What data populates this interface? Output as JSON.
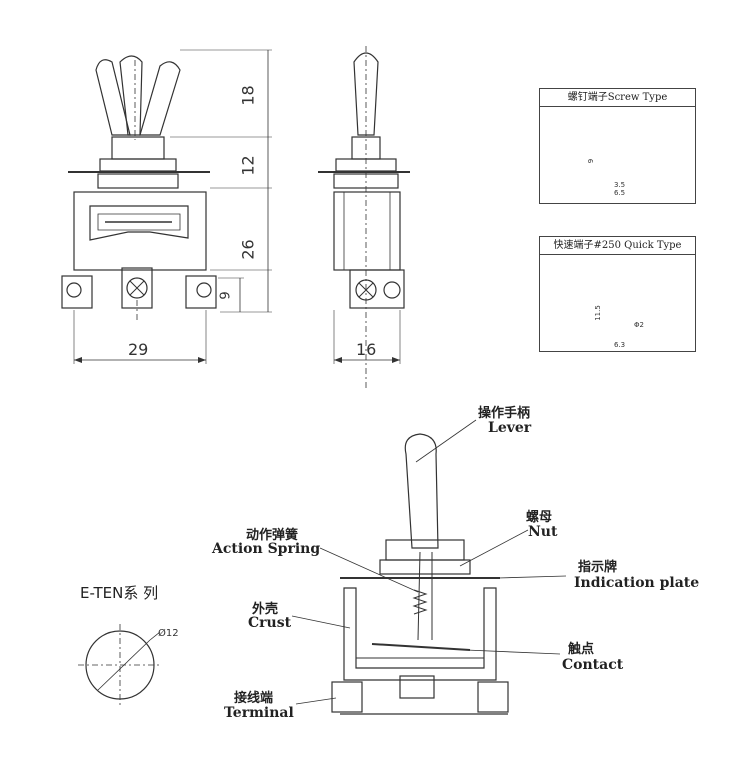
{
  "dimensions": {
    "height_lever": "18",
    "height_bushing": "12",
    "height_body": "26",
    "height_terminal": "9",
    "width_front": "29",
    "width_side": "16"
  },
  "screw_type_box": {
    "title": "螺钉端子Screw Type",
    "dim_height": "9",
    "dim_width_inner": "3.5",
    "dim_width_outer": "6.5"
  },
  "quick_type_box": {
    "title": "快速端子#250 Quick Type",
    "dim_height": "11.5",
    "dim_hole": "Φ2",
    "dim_width": "6.3"
  },
  "series": {
    "label": "E-TEN系 列",
    "hole_diameter": "Ø12"
  },
  "parts": {
    "lever_cn": "操作手柄",
    "lever_en": "Lever",
    "nut_cn": "螺母",
    "nut_en": "Nut",
    "action_spring_cn": "动作弹簧",
    "action_spring_en": "Action Spring",
    "indication_plate_cn": "指示牌",
    "indication_plate_en": "Indication plate",
    "crust_cn": "外壳",
    "crust_en": "Crust",
    "contact_cn": "触点",
    "contact_en": "Contact",
    "terminal_cn": "接线端",
    "terminal_en": "Terminal"
  }
}
